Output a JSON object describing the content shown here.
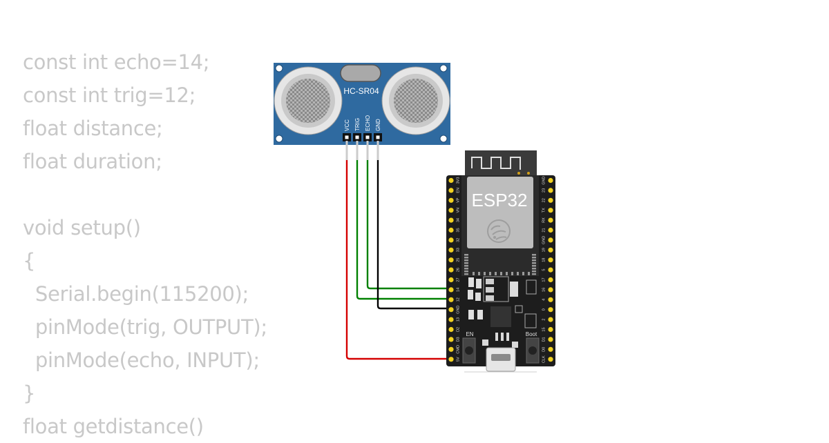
{
  "code": {
    "lines": [
      "const int echo=14;",
      "const int trig=12;",
      "float distance;",
      "float duration;",
      "",
      "void setup()",
      "{",
      "  Serial.begin(115200);",
      "  pinMode(trig, OUTPUT);",
      "  pinMode(echo, INPUT);",
      "}",
      "float getdistance()"
    ]
  },
  "sensor": {
    "name": "HC-SR04",
    "pins": [
      "VCC",
      "TRIG",
      "ECHO",
      "GND"
    ],
    "color": "#2f6aa0"
  },
  "board": {
    "name": "ESP32",
    "left_pins": [
      "3V3",
      "EN",
      "VP",
      "VN",
      "34",
      "35",
      "32",
      "33",
      "25",
      "26",
      "27",
      "14",
      "12",
      "GND",
      "13",
      "D2",
      "D3",
      "CMD",
      "5V"
    ],
    "right_pins": [
      "GND",
      "23",
      "22",
      "TX",
      "RX",
      "21",
      "GND",
      "19",
      "18",
      "5",
      "17",
      "16",
      "4",
      "0",
      "2",
      "15",
      "D1",
      "D0",
      "CLK"
    ],
    "en_label": "EN",
    "boot_label": "Boot",
    "pcb_color": "#1d1d1d",
    "pin_color": "#f2d221"
  },
  "wires": {
    "vcc_color": "#d40000",
    "trig_color": "#008000",
    "echo_color": "#008000",
    "gnd_color": "#000000"
  }
}
